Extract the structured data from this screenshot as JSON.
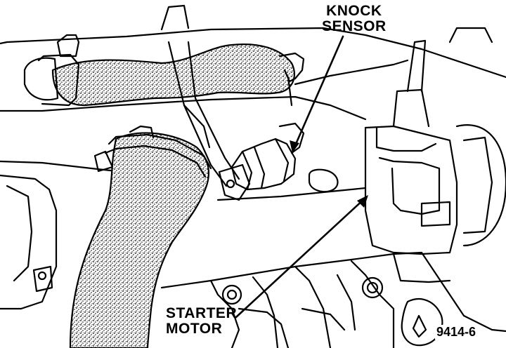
{
  "labels": {
    "knock_sensor": {
      "line1": "KNOCK",
      "line2": "SENSOR"
    },
    "starter_motor": {
      "line1": "STARTER",
      "line2": "MOTOR"
    }
  },
  "figure_number": "9414-6",
  "colors": {
    "ink": "#000000",
    "paper": "#ffffff"
  }
}
